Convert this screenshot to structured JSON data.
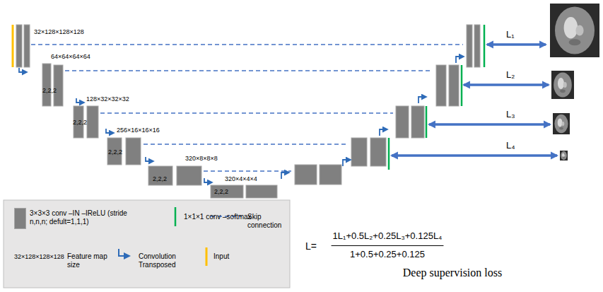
{
  "diagram": {
    "labels": [
      "32×128×128×128",
      "64×64×64×64",
      "128×32×32×32",
      "256×16×16×16",
      "320×8×8×8",
      "320×4×4×4",
      "2,2,2",
      "2,2,2",
      "2,2,2",
      "2,2,2",
      "2,2,2",
      "L₁",
      "L₂",
      "L₃",
      "L₄",
      "32×128×128×128",
      "L=",
      "1L₁+0.5L₂+0.25L₃+0.125L₄",
      "1+0.5+0.25+0.125",
      "Deep supervision loss"
    ],
    "legend": [
      {
        "text": "3×3×3 conv –IN –IReLU (stride n,n,n; defult=1,1,1)",
        "color": "#808080"
      },
      {
        "text": "1×1×1 conv –softmax"
      },
      {
        "text": "Skip connection"
      },
      {
        "text": "Feature map size"
      },
      {
        "text": "Convolution Transposed"
      },
      {
        "text": "Input"
      }
    ]
  }
}
